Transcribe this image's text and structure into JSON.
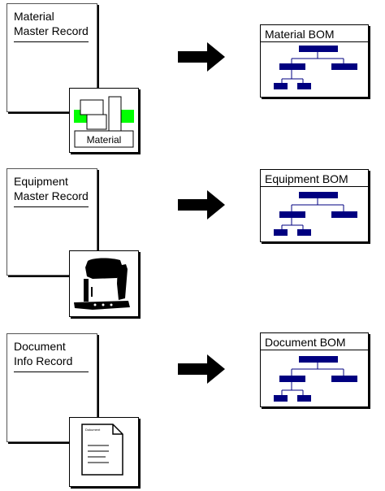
{
  "rows": [
    {
      "record": {
        "line1": "Material",
        "line2": "Master Record"
      },
      "icon": {
        "name": "material-icon",
        "label": "Material",
        "accent": "#00ff00"
      },
      "bom": {
        "title": "Material BOM"
      }
    },
    {
      "record": {
        "line1": "Equipment",
        "line2": "Master Record"
      },
      "icon": {
        "name": "equipment-icon"
      },
      "bom": {
        "title": "Equipment BOM"
      }
    },
    {
      "record": {
        "line1": "Document",
        "line2": "Info Record"
      },
      "icon": {
        "name": "document-icon",
        "label": "Dokument"
      },
      "bom": {
        "title": "Document BOM"
      }
    }
  ],
  "colors": {
    "bom_node": "#000080",
    "arrow": "#000000"
  }
}
